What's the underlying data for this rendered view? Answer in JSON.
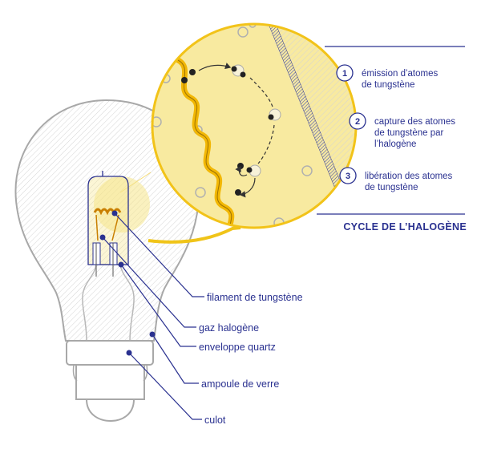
{
  "cycle": {
    "title": "CYCLE DE L’HALOGÈNE",
    "steps": [
      {
        "number": "1",
        "lines": [
          "émission d’atomes",
          "de tungstène"
        ]
      },
      {
        "number": "2",
        "lines": [
          "capture des atomes",
          "de tungstène par",
          "l’halogène"
        ]
      },
      {
        "number": "3",
        "lines": [
          "libération des atomes",
          "de tungstène"
        ]
      }
    ]
  },
  "labels": {
    "filament": "filament de tungstène",
    "gas": "gaz halogène",
    "envelope": "enveloppe quartz",
    "glass_bulb": "ampoule de verre",
    "cap": "culot"
  },
  "colors": {
    "accent_blue": "#2a3190",
    "highlight_yellow": "#f6e58a",
    "filament_orange": "#f2b705",
    "outline_gray": "#a8a8a8"
  }
}
